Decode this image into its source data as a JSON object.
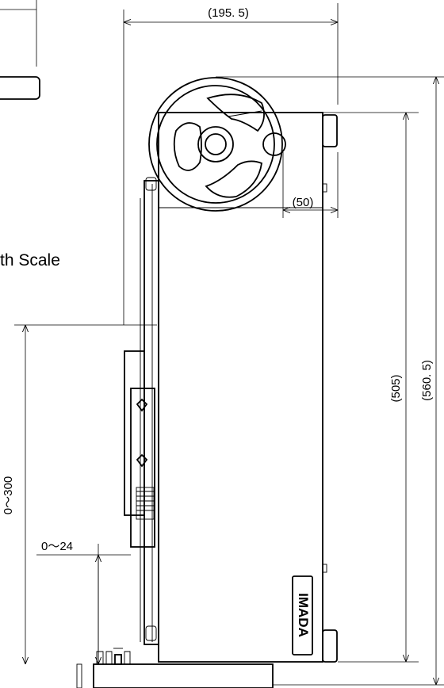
{
  "labels": {
    "width_scale_fragment": "th Scale",
    "overall_depth": "(195. 5)",
    "handle_offset": "(50)",
    "body_height": "(505)",
    "overall_height": "(560. 5)",
    "stroke_range": "0～300",
    "sub_range": "0～24",
    "brand_logo": "IMADA"
  }
}
